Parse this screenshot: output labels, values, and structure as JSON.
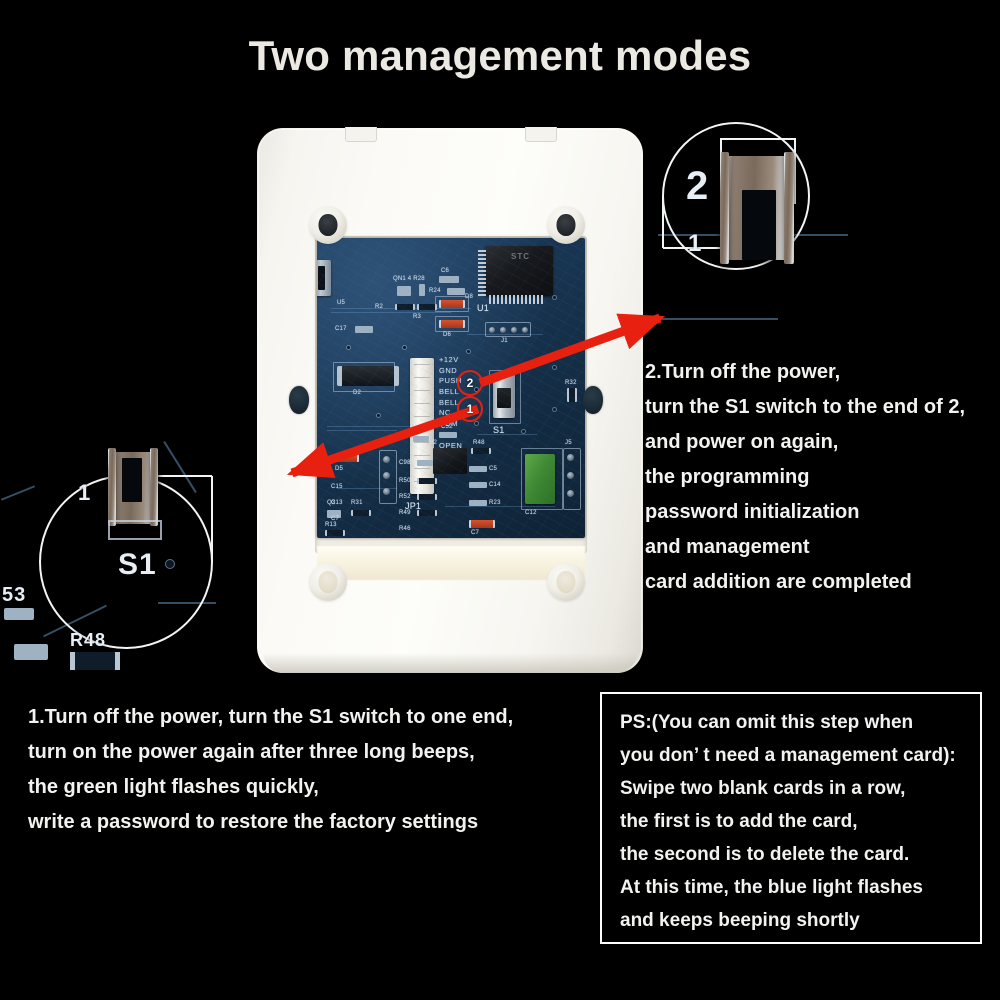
{
  "title": "Two management modes",
  "colors": {
    "background": "#000000",
    "title_text": "#ece9e2",
    "body_text": "#f2f2f0",
    "arrow_red": "#e82010",
    "pcb_blue": "#17334f",
    "housing_white": "#fbfaf6",
    "terminal_green": "#3f8a33",
    "ps_border": "#ffffff"
  },
  "device": {
    "name": "access-control-reader-back-housing",
    "pcb": {
      "pin_labels": [
        "+12V",
        "GND",
        "PUSH",
        "BELL",
        "BELL",
        "NC",
        "COM",
        "NO",
        "OPEN"
      ],
      "silkscreen": [
        "U5",
        "C17",
        "D2",
        "QN1",
        "R28",
        "R2",
        "R3",
        "C6",
        "R24",
        "D8",
        "D6",
        "U1",
        "STC",
        "J1",
        "JP1",
        "S1",
        "Q3",
        "R31",
        "R13",
        "D5",
        "C15",
        "C13",
        "C7",
        "J7",
        "U2",
        "C9",
        "C52",
        "R50",
        "R52",
        "R49",
        "R46",
        "R48",
        "C5",
        "C14",
        "R23",
        "C7",
        "C12",
        "J5",
        "R32"
      ],
      "switch_markers": [
        "2",
        "1"
      ],
      "switch_designator": "S1",
      "chip_designator": "U1",
      "chip_brand": "STC",
      "connector_designator": "JP1"
    }
  },
  "insets": {
    "left": {
      "name": "magnified-s1-position-1",
      "labels": [
        "1",
        "S1",
        "53",
        "R48"
      ]
    },
    "right": {
      "name": "magnified-s1-position-2",
      "labels": [
        "2",
        "1"
      ]
    }
  },
  "steps": {
    "step1": {
      "lines": [
        "1.Turn off the power, turn the S1 switch to one end,",
        "turn on the power again after three long beeps,",
        "the green light flashes quickly,",
        "write a password to restore the factory settings"
      ]
    },
    "step2": {
      "lines": [
        "2.Turn off the power,",
        "turn the S1 switch to the end of 2,",
        "and power on again,",
        "the programming",
        "password initialization",
        "and management",
        "card addition are completed"
      ]
    }
  },
  "ps_note": {
    "lines": [
      "PS:(You can omit this step when",
      "you don’ t need a management card):",
      "Swipe two blank cards in a row,",
      "the first is to add the card,",
      "the second is to delete the card.",
      "At this time, the blue light flashes",
      "and keeps beeping shortly"
    ]
  }
}
